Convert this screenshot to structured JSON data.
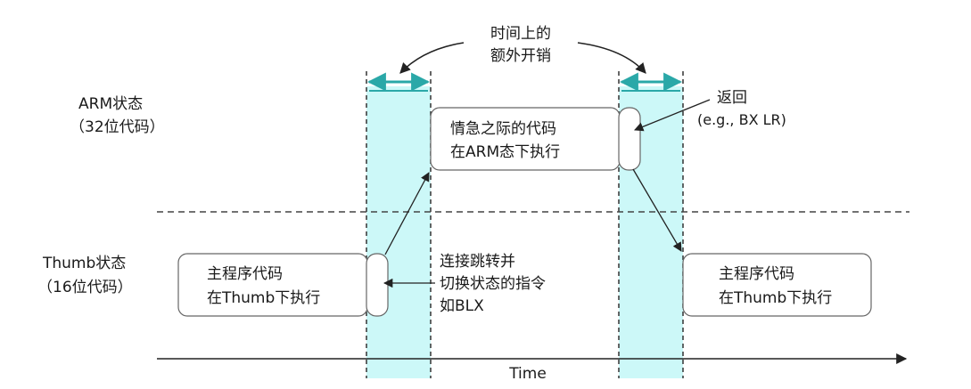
{
  "labels": {
    "overhead_line1": "时间上的",
    "overhead_line2": "额外开销",
    "arm_state_line1": "ARM状态",
    "arm_state_line2": "（32位代码）",
    "thumb_state_line1": "Thumb状态",
    "thumb_state_line2": "（16位代码）",
    "return_line1": "返回",
    "return_line2": "(e.g., BX LR)",
    "switch_line1": "连接跳转并",
    "switch_line2": "切换状态的指令",
    "switch_line3": "如BLX",
    "time_axis": "Time"
  },
  "boxes": {
    "main_left_line1": "主程序代码",
    "main_left_line2": "在Thumb下执行",
    "arm_line1": "情急之际的代码",
    "arm_line2": "在ARM态下执行",
    "main_right_line1": "主程序代码",
    "main_right_line2": "在Thumb下执行"
  },
  "colors": {
    "overhead_band": "#ccf8f8",
    "overhead_band_edge": "#2aa8a8",
    "box_stroke": "#666666",
    "text": "#1a1a1a",
    "line": "#333333"
  }
}
